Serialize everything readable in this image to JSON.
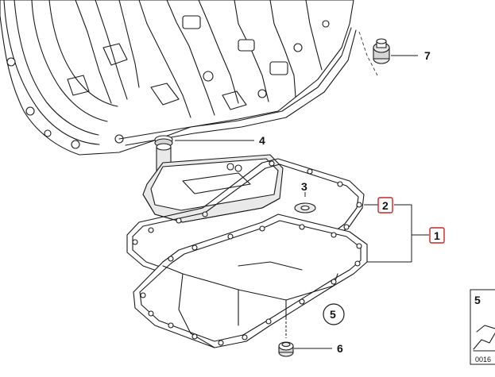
{
  "callouts": {
    "c1": "1",
    "c2": "2",
    "c3": "3",
    "c4": "4",
    "c5": "5",
    "c6": "6",
    "c7": "7"
  },
  "legend": {
    "number": "5",
    "code": "0016"
  },
  "colors": {
    "highlight_box": "#cc2222",
    "line": "#1a1a1a"
  }
}
